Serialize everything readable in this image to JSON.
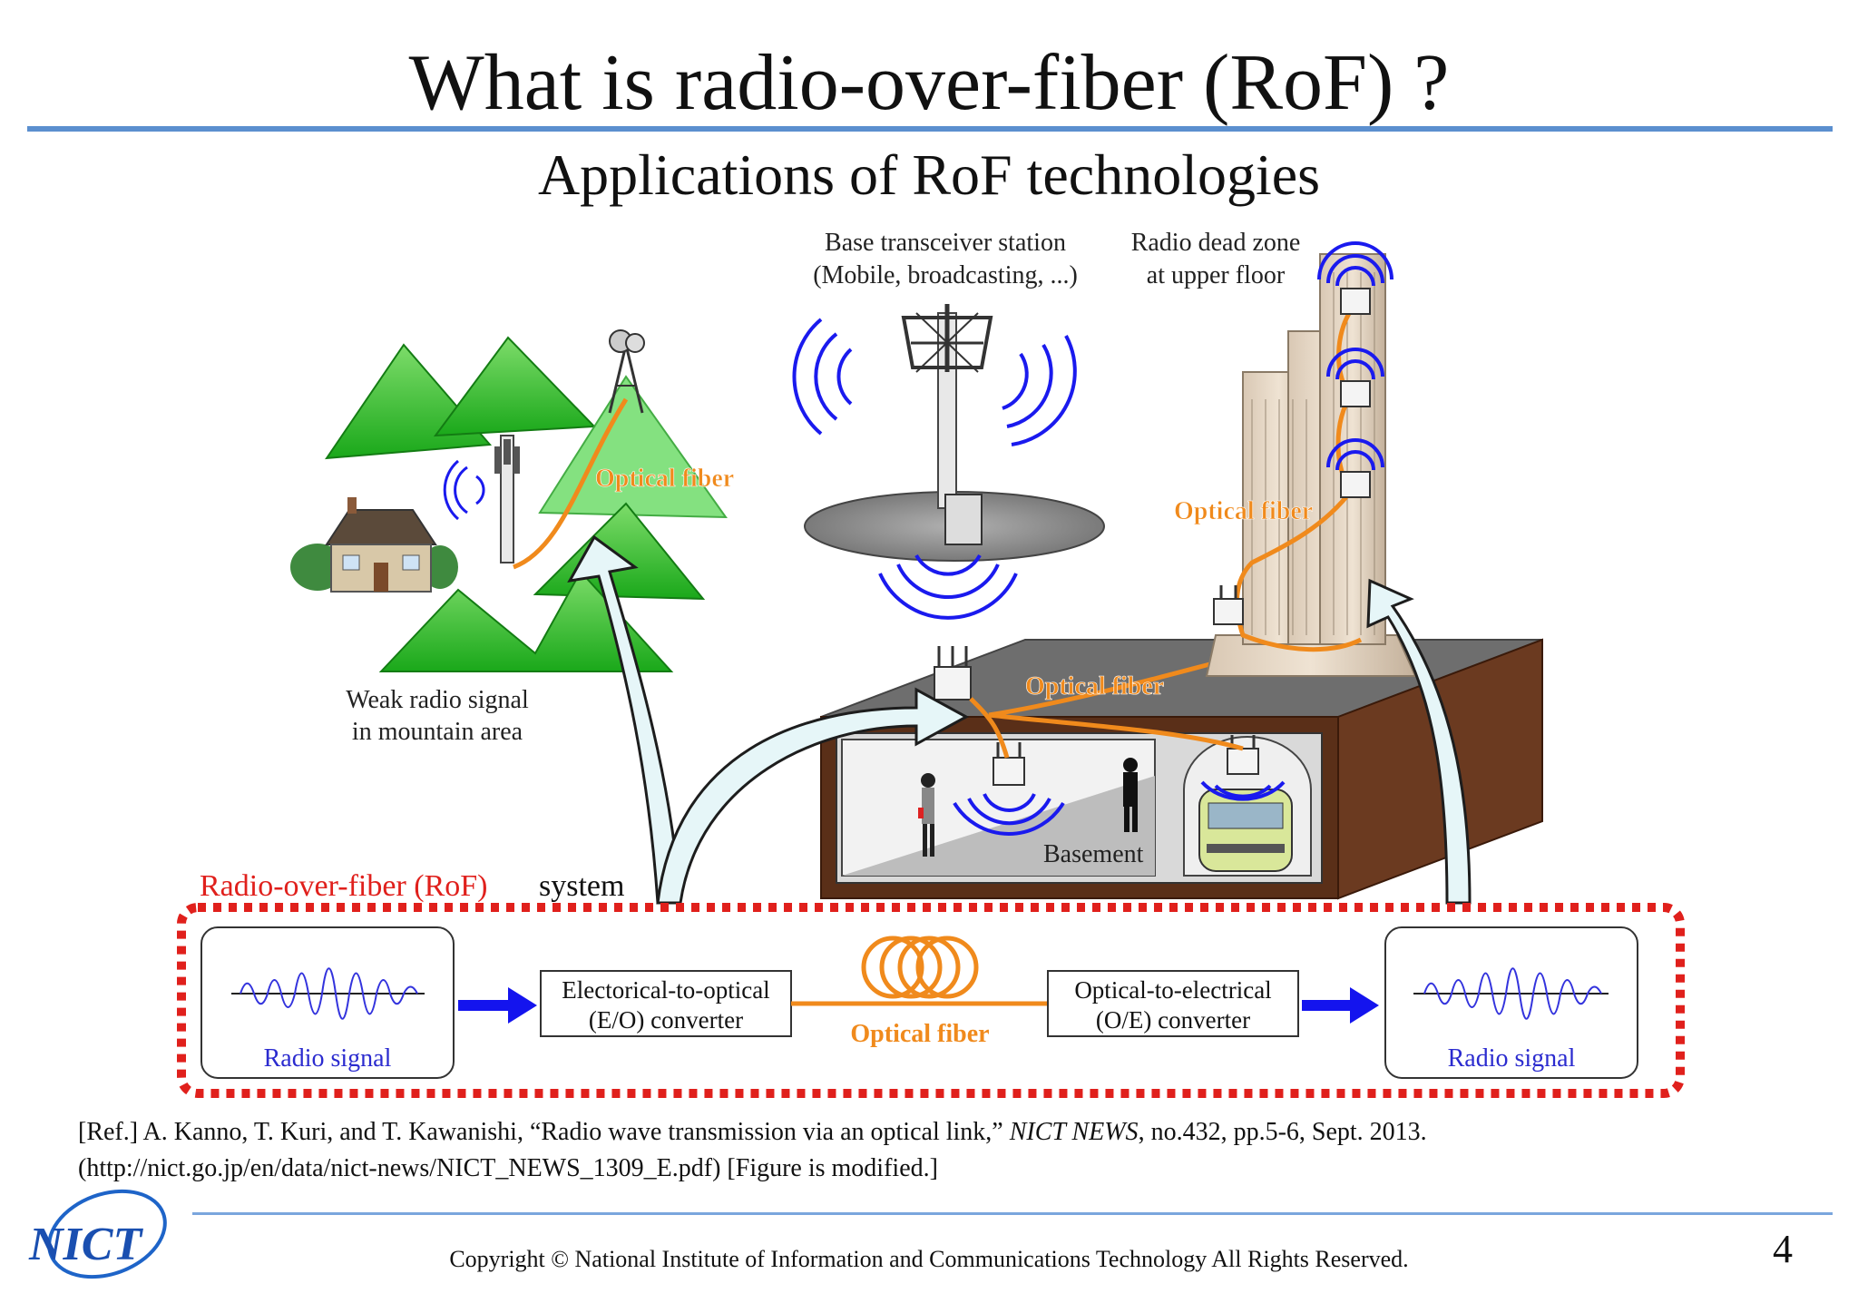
{
  "slide": {
    "title": "What is radio-over-fiber (RoF) ?",
    "subtitle": "Applications of RoF technologies",
    "page_number": "4",
    "copyright": "Copyright © National Institute of Information and Communications Technology All Rights Reserved.",
    "logo_text": "NICT"
  },
  "reference": {
    "prefix": "[Ref.] A. Kanno, T. Kuri, and T. Kawanishi, “Radio wave transmission via an optical link,” ",
    "journal": "NICT NEWS",
    "suffix": ", no.432, pp.5-6, Sept. 2013.",
    "line2": "(http://nict.go.jp/en/data/nict-news/NICT_NEWS_1309_E.pdf) [Figure is modified.]"
  },
  "diagram": {
    "bts_label_1": "Base transceiver station",
    "bts_label_2": "(Mobile, broadcasting, ...)",
    "dead_zone_1": "Radio dead zone",
    "dead_zone_2": "at upper floor",
    "mountain_1": "Weak radio signal",
    "mountain_2": "in mountain area",
    "fiber_mountain": "Optical fiber",
    "fiber_building": "Optical fiber",
    "fiber_ground": "Optical fiber",
    "basement": "Basement",
    "system_red": "Radio-over-fiber (RoF)",
    "system_black": " system",
    "eo_1": "Electorical-to-optical",
    "eo_2": "(E/O) converter",
    "oe_1": "Optical-to-electrical",
    "oe_2": "(O/E) converter",
    "fiber_center": "Optical fiber",
    "radio_left": "Radio signal",
    "radio_right": "Radio signal"
  },
  "colors": {
    "title_rule": "#5b8fcf",
    "fiber_orange": "#f08a1c",
    "signal_blue": "#1a1aee",
    "system_red": "#e0201c",
    "mountain_green": "#2ec42e",
    "arrow_fill": "#e6f6f8"
  },
  "icons": [
    "nict-logo",
    "cell-tower-icon",
    "house-icon",
    "antenna-icon",
    "train-icon",
    "person-icon",
    "fiber-coil-icon"
  ]
}
